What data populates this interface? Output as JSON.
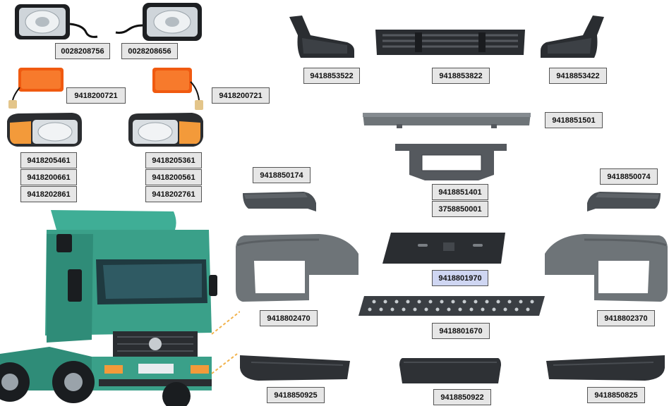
{
  "labels": {
    "p0028208756": "0028208756",
    "p0028208656": "0028208656",
    "p9418200721a": "9418200721",
    "p9418200721b": "9418200721",
    "p9418205461": "9418205461",
    "p9418200661": "9418200661",
    "p9418202861": "9418202861",
    "p9418205361": "9418205361",
    "p9418200561": "9418200561",
    "p9418202761": "9418202761",
    "p9418853522": "9418853522",
    "p9418853822": "9418853822",
    "p9418853422": "9418853422",
    "p9418851501": "9418851501",
    "p9418850174": "9418850174",
    "p9418851401": "9418851401",
    "p3758850001": "3758850001",
    "p9418850074": "9418850074",
    "p9418801970": "9418801970",
    "p9418802470": "9418802470",
    "p9418802370": "9418802370",
    "p9418801670": "9418801670",
    "p9418850925": "9418850925",
    "p9418850922": "9418850922",
    "p9418850825": "9418850825"
  },
  "colors": {
    "label_bg": "#e6e6e6",
    "label_highlight": "#cfd6f2",
    "part_dark": "#2a2d31",
    "part_grey": "#6e7478",
    "truck_green": "#3aa089",
    "indicator_orange": "#f05a10"
  }
}
